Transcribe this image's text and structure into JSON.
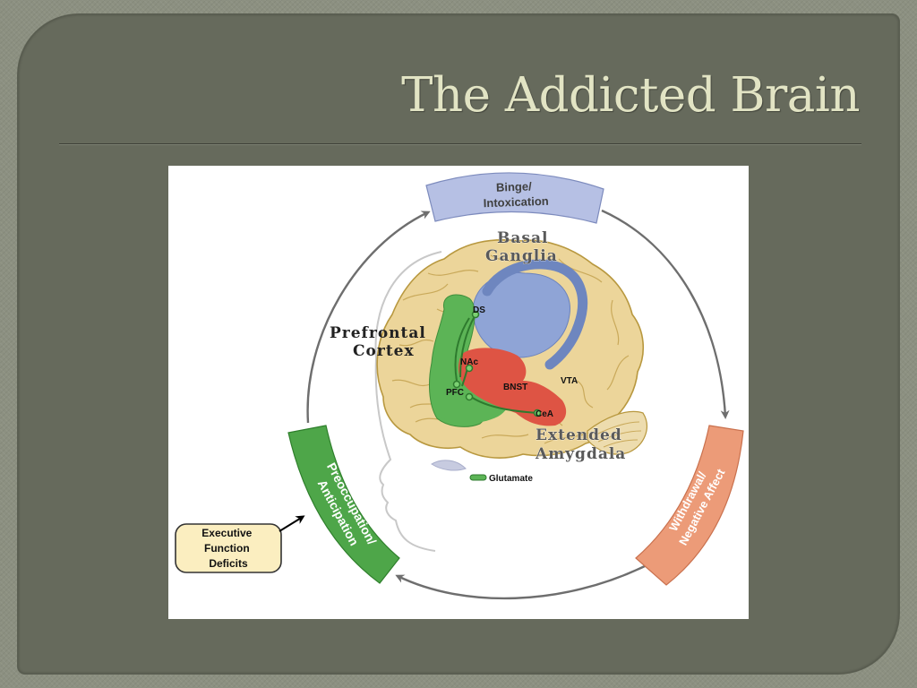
{
  "slide": {
    "title": "The Addicted Brain"
  },
  "diagram": {
    "stages": {
      "binge": [
        "Binge/",
        "Intoxication"
      ],
      "withdrawal": [
        "Withdrawal/",
        "Negative Affect"
      ],
      "preoccupation": [
        "Preoccupation/",
        "Anticipation"
      ]
    },
    "regions": {
      "basal_ganglia": [
        "Basal",
        "Ganglia"
      ],
      "prefrontal_cortex": [
        "Prefrontal",
        "Cortex"
      ],
      "extended_amygdala": [
        "Extended",
        "Amygdala"
      ]
    },
    "structures": {
      "ds": "DS",
      "nac": "NAc",
      "pfc": "PFC",
      "bnst": "BNST",
      "vta": "VTA",
      "cea": "CeA"
    },
    "legend_label": "Glutamate",
    "executive_box": [
      "Executive",
      "Function",
      "Deficits"
    ],
    "colors": {
      "binge": "#b6c0e4",
      "withdrawal": "#ec9b78",
      "preoccupation": "#4ea649",
      "basal_ganglia": "#8fa4d6",
      "prefrontal": "#5cb456",
      "amygdala": "#de5444",
      "brain": "#ecd59a",
      "box_fill": "#fbeec0"
    }
  }
}
